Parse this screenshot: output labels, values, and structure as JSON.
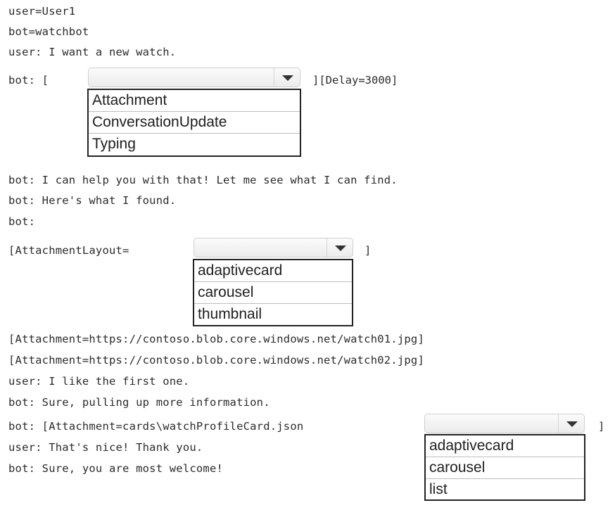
{
  "transcript": {
    "header_user": "user=User1",
    "header_bot": "bot=watchbot",
    "line_user_want": "user: I want a new watch.",
    "line_bot_prefix_1": "bot: [",
    "line_bot_suffix_1": "][Delay=3000]",
    "line_bot_help": "bot: I can help you with that! Let me see what I can find.",
    "line_bot_found": "bot: Here's what I found.",
    "line_bot_empty": "bot:",
    "line_layout_prefix": "[AttachmentLayout=",
    "line_layout_suffix": "]",
    "line_attach_1": "[Attachment=https://contoso.blob.core.windows.net/watch01.jpg]",
    "line_attach_2": "[Attachment=https://contoso.blob.core.windows.net/watch02.jpg]",
    "line_user_like": "user: I like the first one.",
    "line_bot_pulling": "bot: Sure, pulling up more information.",
    "line_bot_card_prefix": "bot: [Attachment=cards\\watchProfileCard.json",
    "line_bot_card_suffix": "]",
    "line_user_thanks": "user: That's nice! Thank you.",
    "line_bot_welcome": "bot: Sure, you are most welcome!"
  },
  "dropdowns": {
    "activity_type": {
      "selected": "",
      "options": [
        "Attachment",
        "ConversationUpdate",
        "Typing"
      ]
    },
    "attachment_layout": {
      "selected": "",
      "options": [
        "adaptivecard",
        "carousel",
        "thumbnail"
      ]
    },
    "card_layout": {
      "selected": "",
      "options": [
        "adaptivecard",
        "carousel",
        "list"
      ]
    }
  },
  "icons": {
    "dropdown_arrow": "chevron-down-icon"
  }
}
